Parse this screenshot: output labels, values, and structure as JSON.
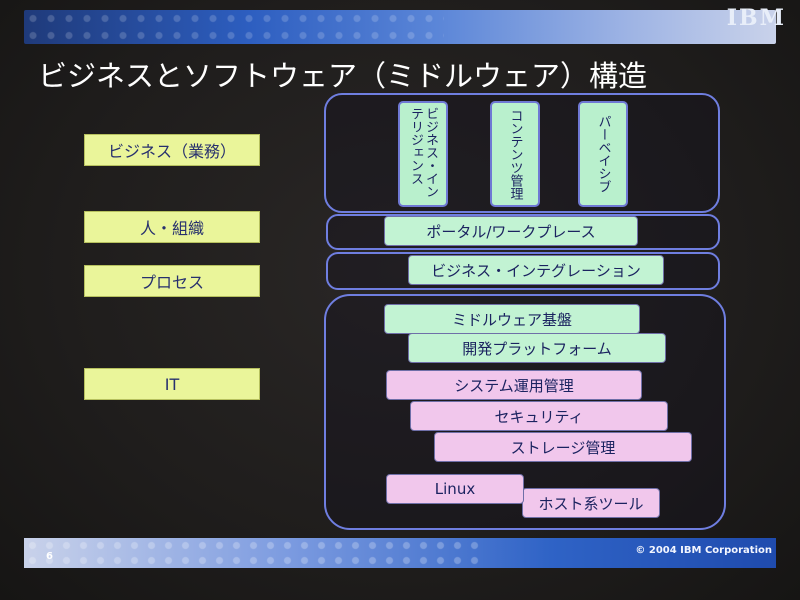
{
  "header": {
    "logo_text": "IBM"
  },
  "title": "ビジネスとソフトウェア（ミドルウェア）構造",
  "left_labels": [
    "ビジネス（業務）",
    "人・組織",
    "プロセス",
    "IT"
  ],
  "business_columns": [
    "ビジネス・インテリジェンス",
    "コンテンツ管理",
    "パーベイシブ"
  ],
  "bars": {
    "portal": "ポータル/ワークプレース",
    "integration": "ビジネス・インテグレーション",
    "middleware_base": "ミドルウェア基盤",
    "dev_platform": "開発プラットフォーム",
    "system_mgmt": "システム運用管理",
    "security": "セキュリティ",
    "storage": "ストレージ管理",
    "linux": "Linux",
    "host": "ホスト系ツール"
  },
  "footer": {
    "page_number": "6",
    "copyright": "© 2004 IBM Corporation"
  },
  "colors": {
    "frame_border": "#6f7ee0",
    "green_box": "#c2f3d3",
    "pink_box": "#f1c7ec",
    "label_box": "#eaf59a"
  }
}
